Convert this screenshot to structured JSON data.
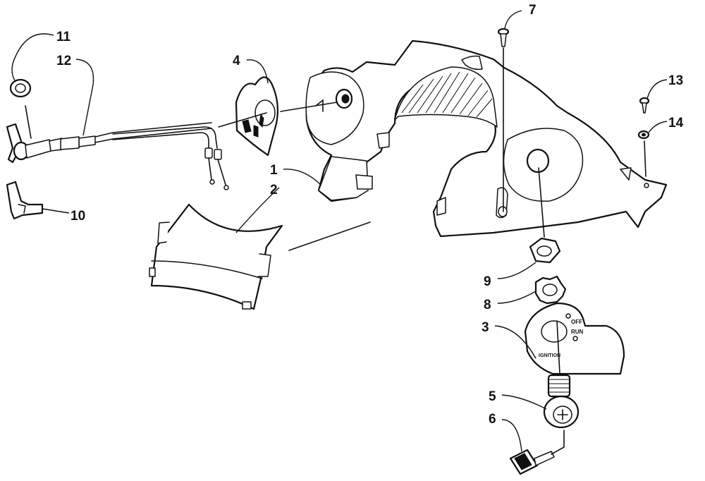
{
  "callouts": {
    "n1": "1",
    "n2": "2",
    "n3": "3",
    "n4": "4",
    "n5": "5",
    "n6": "6",
    "n7": "7",
    "n8": "8",
    "n9": "9",
    "n10": "10",
    "n11": "11",
    "n12": "12",
    "n13": "13",
    "n14": "14"
  },
  "ignition_plate": {
    "off": "OFF",
    "run": "RUN",
    "ignition": "IGNITION"
  },
  "colors": {
    "ink": "#111111",
    "paper": "#ffffff"
  }
}
